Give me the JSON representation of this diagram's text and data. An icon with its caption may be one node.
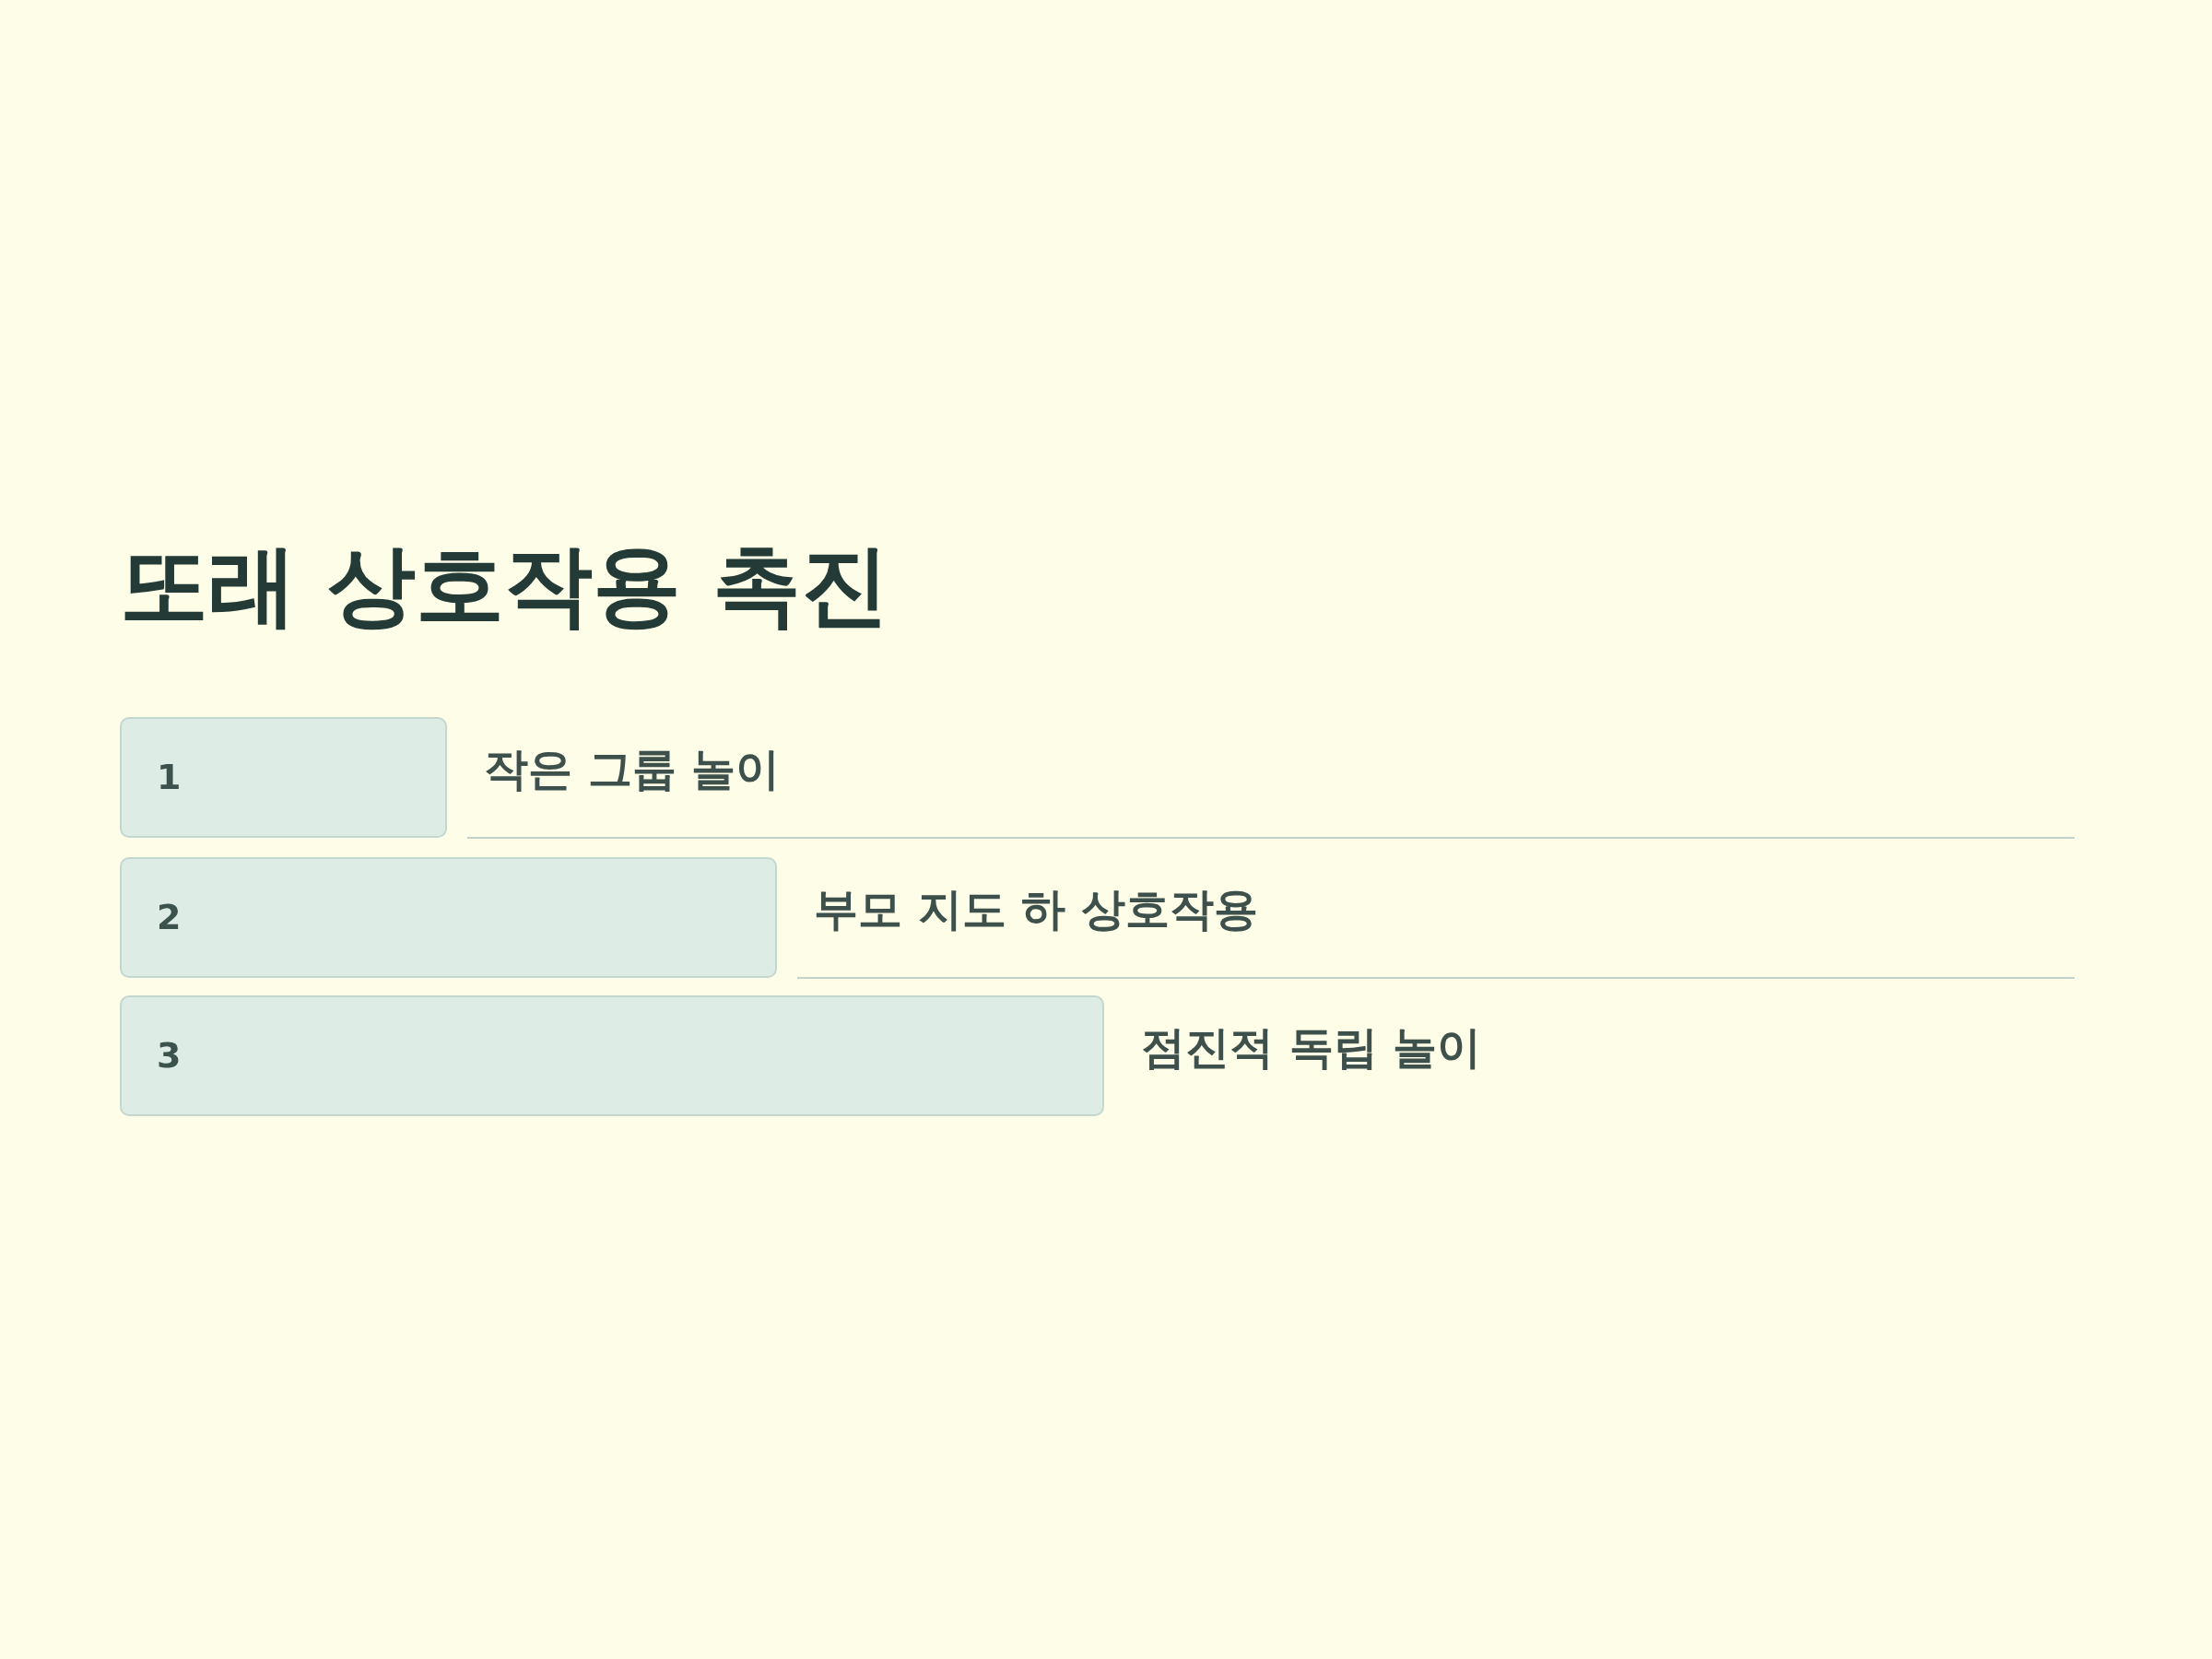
{
  "diagram": {
    "title": "또래 상호작용 촉진",
    "nodes": [
      {
        "text": [
          "1"
        ],
        "beside": [
          "작은 그룹 놀이"
        ]
      },
      {
        "text": [
          "2"
        ],
        "beside": [
          "부모 지도 하 상호작용"
        ]
      },
      {
        "text": [
          "3"
        ],
        "beside": [
          "점진적 독립 놀이"
        ]
      }
    ]
  }
}
